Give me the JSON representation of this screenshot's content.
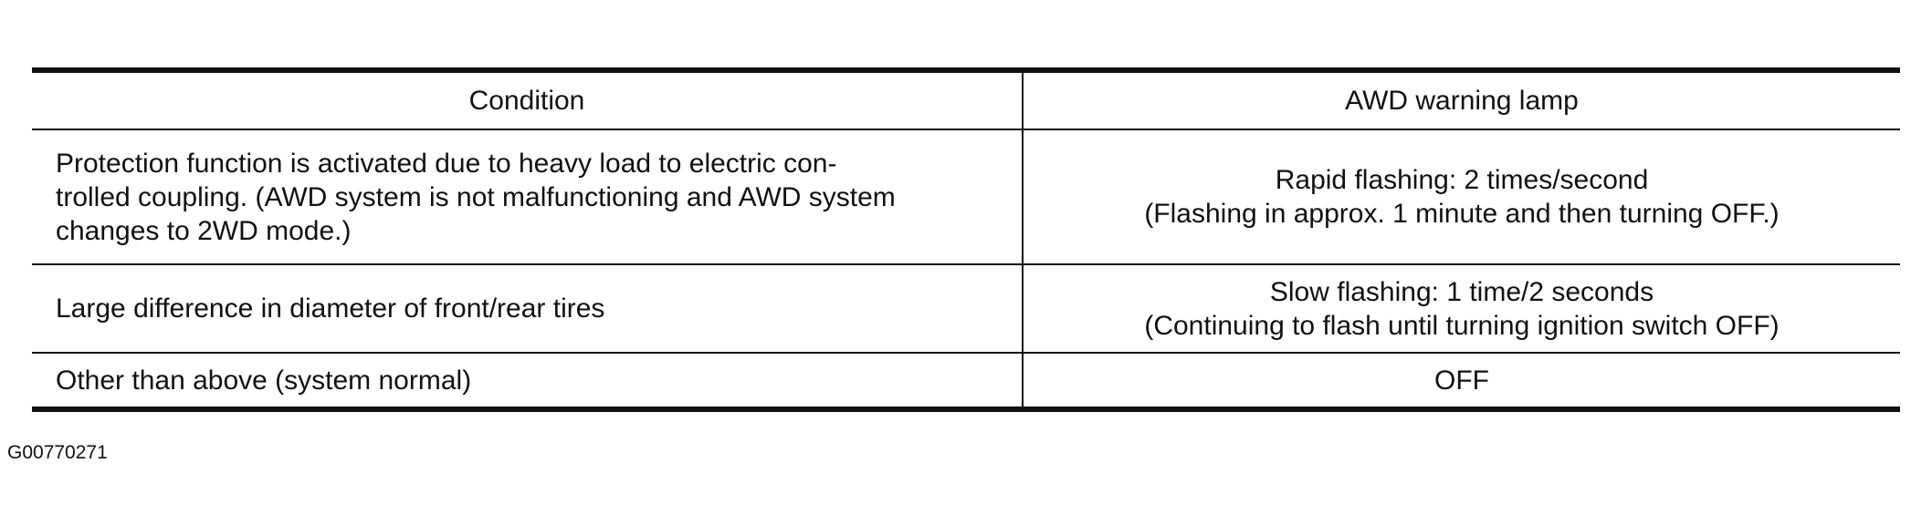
{
  "table": {
    "headers": [
      "Condition",
      "AWD warning lamp"
    ],
    "rows": [
      {
        "condition_lines": [
          "Protection function is activated due to heavy load to electric con-",
          "trolled coupling. (AWD system is not malfunctioning and AWD system",
          "changes to 2WD mode.)"
        ],
        "lamp_lines": [
          "Rapid flashing: 2 times/second",
          "(Flashing in approx. 1 minute and then turning OFF.)"
        ]
      },
      {
        "condition_lines": [
          "Large difference in diameter of front/rear tires"
        ],
        "lamp_lines": [
          "Slow flashing: 1 time/2 seconds",
          "(Continuing to flash until turning ignition switch OFF)"
        ]
      },
      {
        "condition_lines": [
          "Other than above (system normal)"
        ],
        "lamp_lines": [
          "OFF"
        ]
      }
    ]
  },
  "figure_id": "G00770271"
}
